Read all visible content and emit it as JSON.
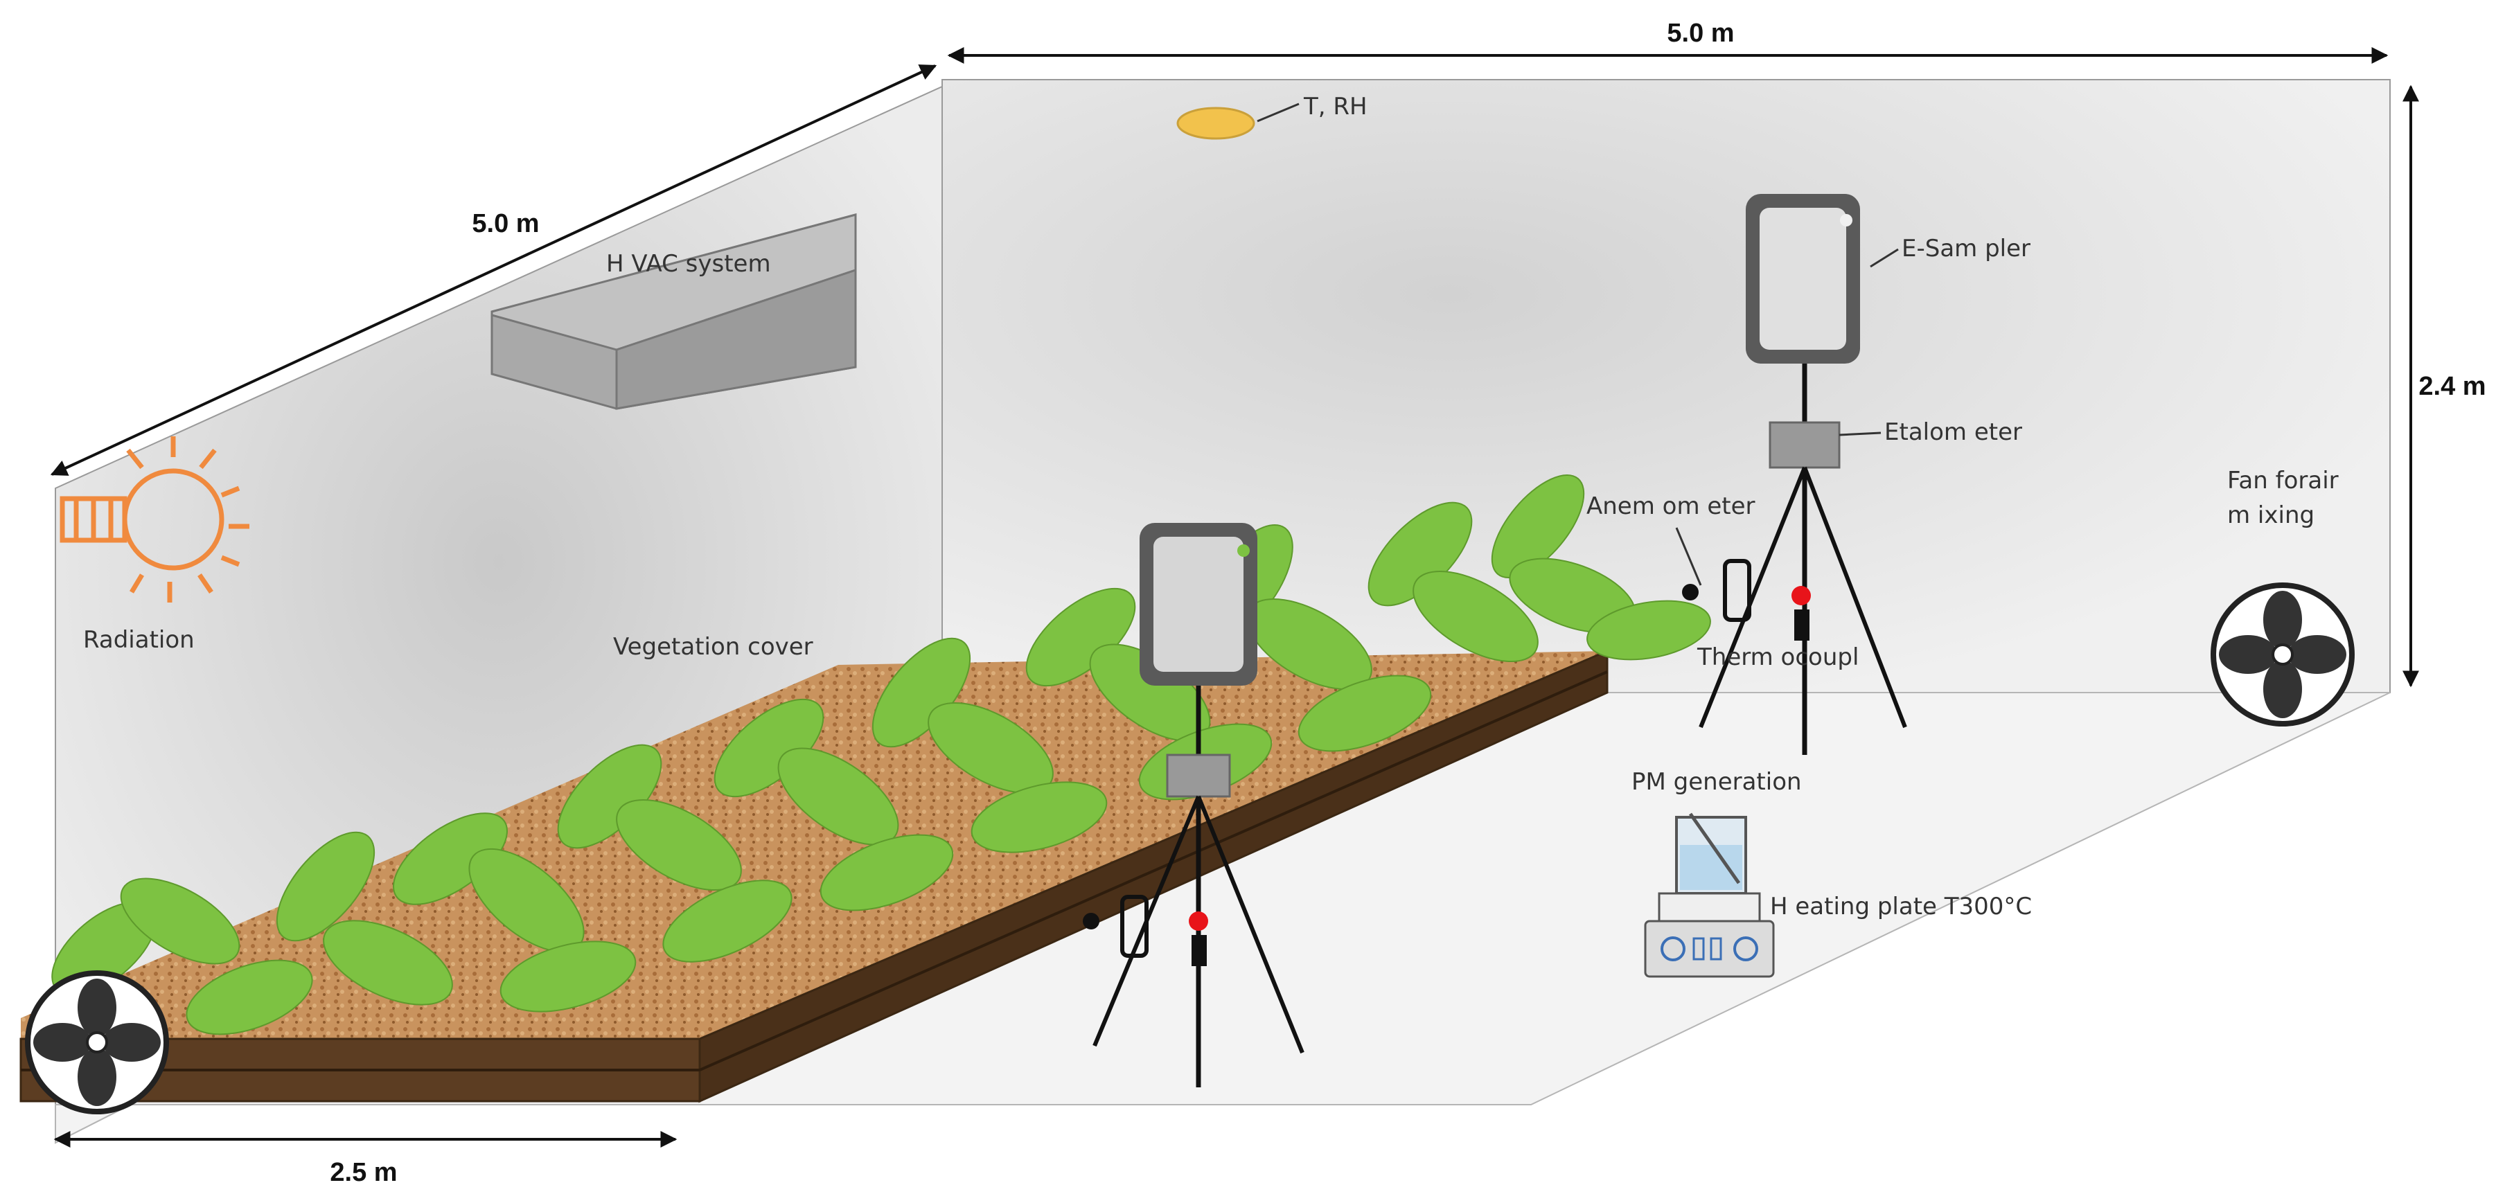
{
  "dimensions": {
    "top_width": "5.0 m",
    "left_depth": "5.0 m",
    "height": "2.4 m",
    "bottom_width": "2.5 m"
  },
  "labels": {
    "t_rh": "T, RH",
    "hvac": "H VAC system",
    "radiation": "Radiation",
    "vegetation": "Vegetation cover",
    "esampler": "E-Sam pler",
    "etalometer": "Etalom eter",
    "anemometer": "Anem om eter",
    "thermocouple": "Therm ocoupl",
    "fan_line1": "Fan forair",
    "fan_line2": "m ixing",
    "pm_generation": "PM  generation",
    "heating_plate": "H eating plate T300°C"
  },
  "colors": {
    "wall": "#dedede",
    "floor": "#f2f2f2",
    "leaf": "#7dc242",
    "soil": "#c08a55",
    "planter": "#5c3d22",
    "radiation": "#f08a3e",
    "thermocouple": "#e8141a"
  }
}
